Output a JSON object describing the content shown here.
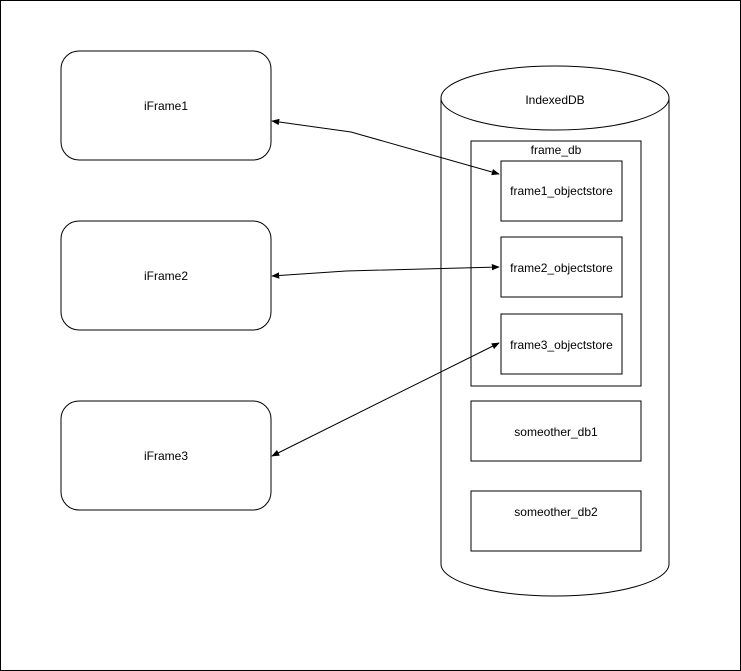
{
  "nodes": {
    "iframe1": {
      "label": "iFrame1"
    },
    "iframe2": {
      "label": "iFrame2"
    },
    "iframe3": {
      "label": "iFrame3"
    },
    "indexeddb": {
      "label": "IndexedDB"
    },
    "frame_db": {
      "label": "frame_db"
    },
    "frame1_objectstore": {
      "label": "frame1_objectstore"
    },
    "frame2_objectstore": {
      "label": "frame2_objectstore"
    },
    "frame3_objectstore": {
      "label": "frame3_objectstore"
    },
    "someother_db1": {
      "label": "someother_db1"
    },
    "someother_db2": {
      "label": "someother_db2"
    }
  },
  "edges": [
    {
      "from": "iFrame1",
      "to": "frame1_objectstore",
      "direction": "both"
    },
    {
      "from": "iFrame2",
      "to": "frame2_objectstore",
      "direction": "both"
    },
    {
      "from": "iFrame3",
      "to": "frame3_objectstore",
      "direction": "both"
    }
  ],
  "colors": {
    "stroke": "#000000",
    "fill": "#ffffff"
  }
}
